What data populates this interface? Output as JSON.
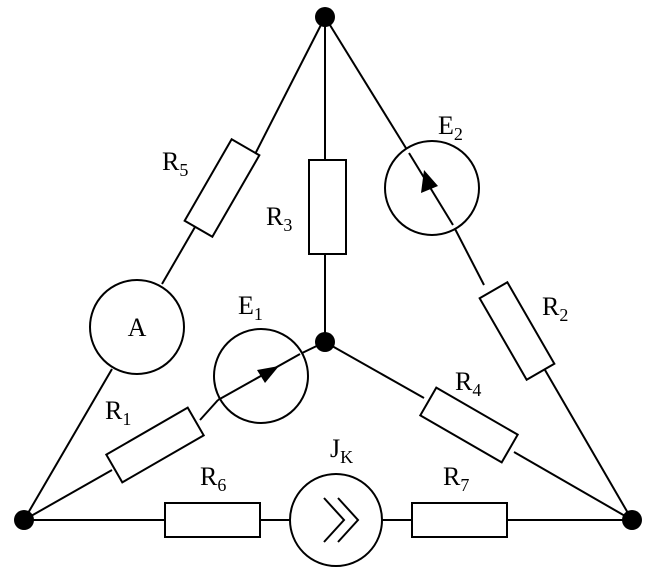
{
  "components": {
    "R1": {
      "letter": "R",
      "sub": "1"
    },
    "R2": {
      "letter": "R",
      "sub": "2"
    },
    "R3": {
      "letter": "R",
      "sub": "3"
    },
    "R4": {
      "letter": "R",
      "sub": "4"
    },
    "R5": {
      "letter": "R",
      "sub": "5"
    },
    "R6": {
      "letter": "R",
      "sub": "6"
    },
    "R7": {
      "letter": "R",
      "sub": "7"
    },
    "E1": {
      "letter": "E",
      "sub": "1"
    },
    "E2": {
      "letter": "E",
      "sub": "2"
    },
    "JK": {
      "letter": "J",
      "sub": "K"
    },
    "A": {
      "letter": "A"
    }
  },
  "colors": {
    "stroke": "#000000",
    "background": "#ffffff"
  }
}
